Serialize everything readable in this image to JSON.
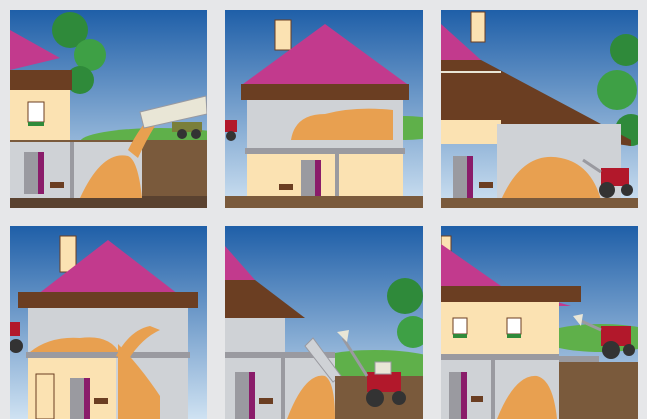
{
  "illustration_grid": {
    "panels": [
      {
        "id": "p1",
        "scene": "house-with-cellar-storage-and-tipping-trailer"
      },
      {
        "id": "p2",
        "scene": "house-with-attic-storage"
      },
      {
        "id": "p3",
        "scene": "barn-storage-filled-by-tractor"
      },
      {
        "id": "p4",
        "scene": "house-with-ground-floor-storage-room"
      },
      {
        "id": "p5",
        "scene": "cellar-storage-filled-by-tractor-loader"
      },
      {
        "id": "p6",
        "scene": "underground-storage-filled-by-tractor"
      }
    ]
  },
  "colors": {
    "sky_top": "#1f5fa8",
    "sky_bottom": "#cfe2f2",
    "roof": "#c23a8d",
    "wood": "#6b3e22",
    "wall": "#cfd2d6",
    "wall_warm": "#fbe2b2",
    "pellets": "#e8a050",
    "ground": "#7a5a3c",
    "boiler": "#9a9aa0",
    "accent": "#8a1c6a",
    "tractor": "#b2182b",
    "foliage": "#2f8a3a"
  }
}
